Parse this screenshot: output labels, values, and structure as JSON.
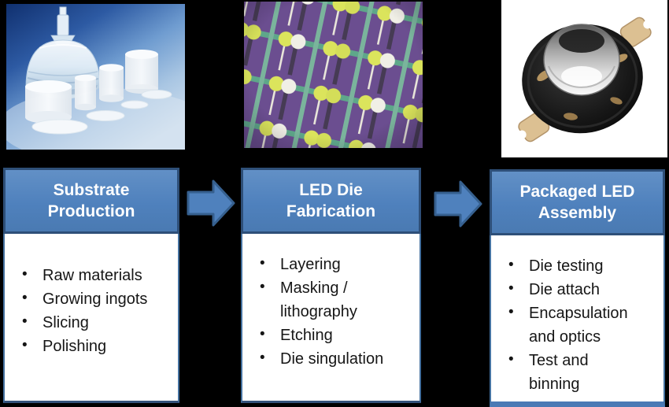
{
  "slide": {
    "background_color": "#000000",
    "stages": [
      {
        "title": "Substrate Production",
        "photo": "sapphire-boule-ingots-and-wafers",
        "items": [
          "Raw materials",
          "Growing ingots",
          "Slicing",
          "Polishing"
        ]
      },
      {
        "title": "LED Die Fabrication",
        "photo": "led-wafer-die-closeup",
        "items": [
          "Layering",
          "Masking / lithography",
          "Etching",
          "Die singulation"
        ]
      },
      {
        "title": "Packaged LED Assembly",
        "photo": "packaged-led-component",
        "items": [
          "Die testing",
          "Die attach",
          "Encapsulation and optics",
          "Test and binning"
        ]
      }
    ],
    "arrows": [
      "right-arrow",
      "right-arrow"
    ],
    "bullet_char": "•",
    "colors": {
      "header_fill": "#4f81bd",
      "header_border": "#2e4f78",
      "box_border": "#44719f",
      "box_bottom_border": "#34527a",
      "arrow_fill": "#4f81bd",
      "arrow_border": "#36608f",
      "header_text": "#ffffff",
      "body_text": "#161616",
      "box_background": "#ffffff"
    }
  }
}
